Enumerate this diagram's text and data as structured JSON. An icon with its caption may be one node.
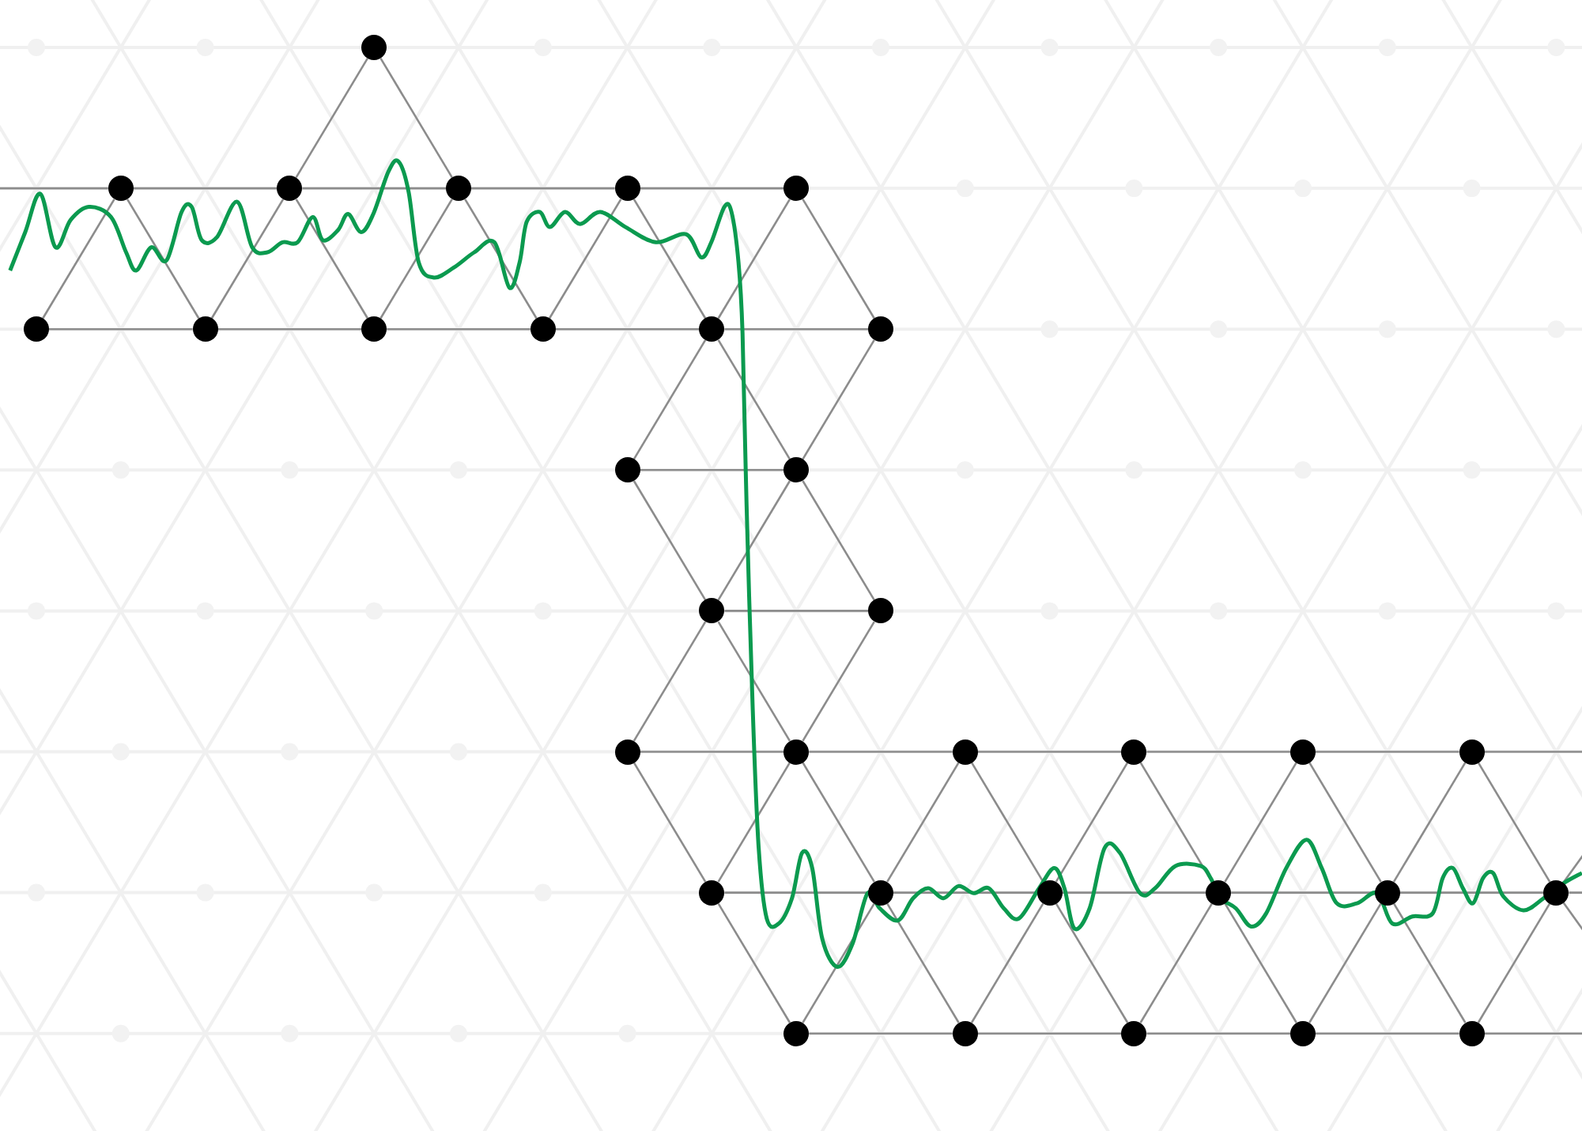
{
  "diagram": {
    "nodes": [
      {
        "text": [],
        "shape": "circle"
      },
      {
        "text": [],
        "shape": "circle"
      },
      {
        "text": [],
        "shape": "circle"
      },
      {
        "text": [],
        "shape": "circle"
      },
      {
        "text": [],
        "shape": "circle"
      },
      {
        "text": [],
        "shape": "circle"
      },
      {
        "text": [],
        "shape": "circle"
      },
      {
        "text": [],
        "shape": "circle"
      },
      {
        "text": [],
        "shape": "circle"
      },
      {
        "text": [],
        "shape": "circle"
      },
      {
        "text": [],
        "shape": "circle"
      },
      {
        "text": [],
        "shape": "circle"
      },
      {
        "text": [],
        "shape": "circle"
      },
      {
        "text": [],
        "shape": "circle"
      },
      {
        "text": [],
        "shape": "circle"
      },
      {
        "text": [],
        "shape": "circle"
      },
      {
        "text": [],
        "shape": "circle"
      },
      {
        "text": [],
        "shape": "circle"
      },
      {
        "text": [],
        "shape": "circle"
      },
      {
        "text": [],
        "shape": "circle"
      },
      {
        "text": [],
        "shape": "circle"
      },
      {
        "text": [],
        "shape": "circle"
      },
      {
        "text": [],
        "shape": "circle"
      },
      {
        "text": [],
        "shape": "circle"
      },
      {
        "text": [],
        "shape": "circle"
      },
      {
        "text": [],
        "shape": "circle"
      },
      {
        "text": [],
        "shape": "circle"
      },
      {
        "text": [],
        "shape": "circle"
      },
      {
        "text": [],
        "shape": "circle"
      },
      {
        "text": [],
        "shape": "circle"
      },
      {
        "text": [],
        "shape": "circle"
      },
      {
        "text": [],
        "shape": "circle"
      },
      {
        "text": [],
        "shape": "circle"
      }
    ],
    "edges": [
      {
        "from": 0,
        "to": 2,
        "arrow": "none"
      },
      {
        "from": 0,
        "to": 3,
        "arrow": "none"
      },
      {
        "from": null,
        "to": 1,
        "arrow": "none"
      },
      {
        "from": 1,
        "to": 2,
        "arrow": "none"
      },
      {
        "from": 2,
        "to": 3,
        "arrow": "none"
      },
      {
        "from": 3,
        "to": 4,
        "arrow": "none"
      },
      {
        "from": 4,
        "to": 5,
        "arrow": "none"
      },
      {
        "from": 6,
        "to": 1,
        "arrow": "none"
      },
      {
        "from": 1,
        "to": 7,
        "arrow": "none"
      },
      {
        "from": 7,
        "to": 2,
        "arrow": "none"
      },
      {
        "from": 2,
        "to": 8,
        "arrow": "none"
      },
      {
        "from": 8,
        "to": 3,
        "arrow": "none"
      },
      {
        "from": 3,
        "to": 9,
        "arrow": "none"
      },
      {
        "from": 9,
        "to": 4,
        "arrow": "none"
      },
      {
        "from": 4,
        "to": 10,
        "arrow": "none"
      },
      {
        "from": 10,
        "to": 5,
        "arrow": "none"
      },
      {
        "from": 5,
        "to": 11,
        "arrow": "none"
      },
      {
        "from": 6,
        "to": 7,
        "arrow": "none"
      },
      {
        "from": 7,
        "to": 8,
        "arrow": "none"
      },
      {
        "from": 8,
        "to": 9,
        "arrow": "none"
      },
      {
        "from": 9,
        "to": 10,
        "arrow": "none"
      },
      {
        "from": 10,
        "to": 11,
        "arrow": "none"
      },
      {
        "from": 10,
        "to": 12,
        "arrow": "none"
      },
      {
        "from": 10,
        "to": 13,
        "arrow": "none"
      },
      {
        "from": 11,
        "to": 13,
        "arrow": "none"
      },
      {
        "from": 12,
        "to": 13,
        "arrow": "none"
      },
      {
        "from": 12,
        "to": 14,
        "arrow": "none"
      },
      {
        "from": 13,
        "to": 14,
        "arrow": "none"
      },
      {
        "from": 13,
        "to": 15,
        "arrow": "none"
      },
      {
        "from": 14,
        "to": 15,
        "arrow": "none"
      },
      {
        "from": 14,
        "to": 16,
        "arrow": "none"
      },
      {
        "from": 14,
        "to": 17,
        "arrow": "none"
      },
      {
        "from": 15,
        "to": 17,
        "arrow": "none"
      },
      {
        "from": 16,
        "to": 17,
        "arrow": "none"
      },
      {
        "from": 17,
        "to": 18,
        "arrow": "none"
      },
      {
        "from": 18,
        "to": 19,
        "arrow": "none"
      },
      {
        "from": 19,
        "to": 20,
        "arrow": "none"
      },
      {
        "from": 20,
        "to": 21,
        "arrow": "none"
      },
      {
        "from": 21,
        "to": null,
        "arrow": "none"
      },
      {
        "from": 16,
        "to": 22,
        "arrow": "none"
      },
      {
        "from": 17,
        "to": 22,
        "arrow": "none"
      },
      {
        "from": 17,
        "to": 23,
        "arrow": "none"
      },
      {
        "from": 18,
        "to": 23,
        "arrow": "none"
      },
      {
        "from": 18,
        "to": 24,
        "arrow": "none"
      },
      {
        "from": 19,
        "to": 24,
        "arrow": "none"
      },
      {
        "from": 19,
        "to": 25,
        "arrow": "none"
      },
      {
        "from": 20,
        "to": 25,
        "arrow": "none"
      },
      {
        "from": 20,
        "to": 26,
        "arrow": "none"
      },
      {
        "from": 21,
        "to": 26,
        "arrow": "none"
      },
      {
        "from": 21,
        "to": 27,
        "arrow": "none"
      },
      {
        "from": 27,
        "to": null,
        "arrow": "none"
      },
      {
        "from": 22,
        "to": 23,
        "arrow": "none"
      },
      {
        "from": 23,
        "to": 24,
        "arrow": "none"
      },
      {
        "from": 24,
        "to": 25,
        "arrow": "none"
      },
      {
        "from": 25,
        "to": 26,
        "arrow": "none"
      },
      {
        "from": 26,
        "to": 27,
        "arrow": "none"
      },
      {
        "from": 27,
        "to": null,
        "arrow": "none"
      },
      {
        "from": 22,
        "to": 28,
        "arrow": "none"
      },
      {
        "from": 23,
        "to": 28,
        "arrow": "none"
      },
      {
        "from": 23,
        "to": 29,
        "arrow": "none"
      },
      {
        "from": 24,
        "to": 29,
        "arrow": "none"
      },
      {
        "from": 24,
        "to": 30,
        "arrow": "none"
      },
      {
        "from": 25,
        "to": 30,
        "arrow": "none"
      },
      {
        "from": 25,
        "to": 31,
        "arrow": "none"
      },
      {
        "from": 26,
        "to": 31,
        "arrow": "none"
      },
      {
        "from": 26,
        "to": 32,
        "arrow": "none"
      },
      {
        "from": 27,
        "to": 32,
        "arrow": "none"
      },
      {
        "from": 27,
        "to": null,
        "arrow": "none"
      },
      {
        "from": 28,
        "to": 29,
        "arrow": "none"
      },
      {
        "from": 29,
        "to": 30,
        "arrow": "none"
      },
      {
        "from": 30,
        "to": 31,
        "arrow": "none"
      },
      {
        "from": 31,
        "to": 32,
        "arrow": "none"
      },
      {
        "from": 32,
        "to": null,
        "arrow": "none"
      }
    ]
  }
}
